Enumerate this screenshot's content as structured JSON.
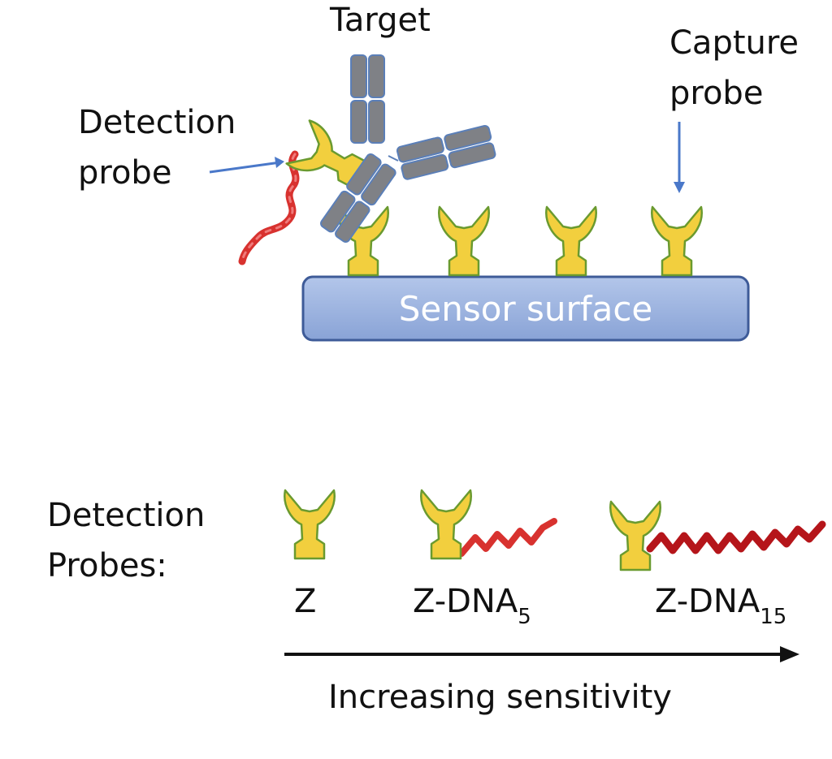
{
  "top_labels": {
    "target": "Target",
    "detection_probe": [
      "Detection",
      "probe"
    ],
    "capture_probe": [
      "Capture",
      "probe"
    ],
    "sensor_surface": "Sensor surface"
  },
  "bottom": {
    "heading": [
      "Detection",
      "Probes:"
    ],
    "probes": [
      {
        "name": "Z",
        "subscript": ""
      },
      {
        "name": "Z-DNA",
        "subscript": "5"
      },
      {
        "name": "Z-DNA",
        "subscript": "15"
      }
    ],
    "axis_label": "Increasing sensitivity"
  },
  "colors": {
    "probe_fill": "#f2cf3e",
    "probe_stroke": "#6a9a2f",
    "antibody_fill": "#7f8186",
    "antibody_stroke": "#5b7fb8",
    "dna": "#d8322f",
    "surface_fill": "#9db3dd",
    "surface_stroke": "#3e5b98",
    "arrow_blue": "#4a78c9"
  }
}
